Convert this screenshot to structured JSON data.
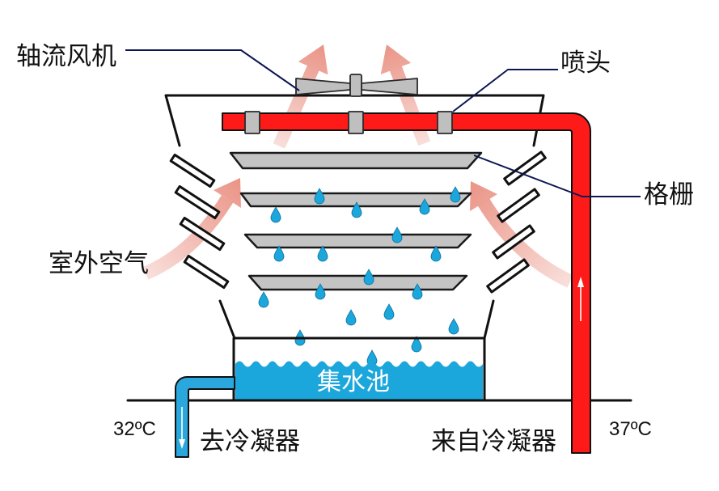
{
  "labels": {
    "axial_fan": "轴流风机",
    "nozzle": "喷头",
    "grille": "格栅",
    "outdoor_air": "室外空气",
    "collection_basin": "集水池",
    "to_condenser": "去冷凝器",
    "from_condenser": "来自冷凝器",
    "outlet_temperature": "32ºC",
    "inlet_temperature": "37ºC"
  },
  "colors": {
    "hot_water_pipe": "#ff1a1a",
    "cold_water_pipe": "#2aa7dc",
    "water": "#1ba6dc",
    "airflow": "#ea9486",
    "grille": "#c4c4c4",
    "component": "#bfbfbf",
    "leader_line": "#0d1652"
  }
}
